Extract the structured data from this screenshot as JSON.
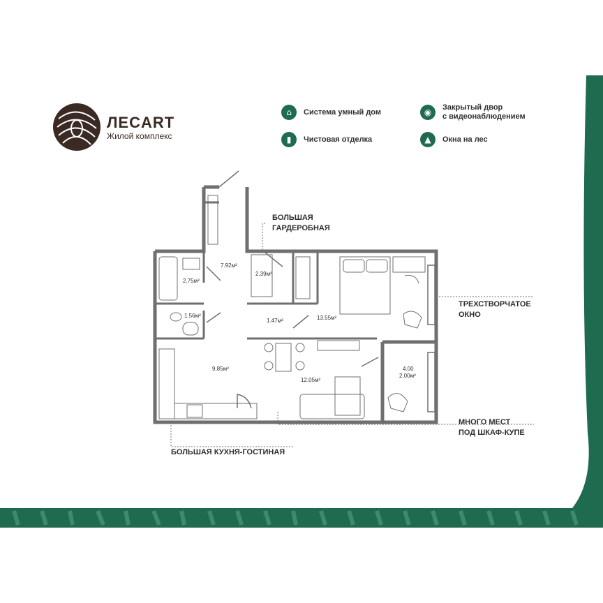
{
  "brand": {
    "title": "ЛЕСART",
    "subtitle": "Жилой комплекс"
  },
  "features": [
    {
      "icon": "smart-home-icon",
      "label": "Система умный дом"
    },
    {
      "icon": "paint-roller-icon",
      "label": "Чистовая отделка"
    },
    {
      "icon": "cctv-yard-icon",
      "label": "Закрытый двор\nс видеонаблюдением"
    },
    {
      "icon": "forest-window-icon",
      "label": "Окна на лес"
    }
  ],
  "callouts": {
    "wardrobe": "БОЛЬШАЯ\nГАРДЕРОБНАЯ",
    "window": "ТРЕХСТВОРЧАТОЕ\nОКНО",
    "closets": "МНОГО МЕСТ\nПОД ШКАФ-КУПЕ",
    "kitchen": "БОЛЬШАЯ КУХНЯ-ГОСТИНАЯ"
  },
  "areas": {
    "hall": "7.92м²",
    "bath": "2.75м²",
    "wardrobe": "2.39м²",
    "wc": "1.56м²",
    "corridor": "1.47м²",
    "bedroom": "13.55м²",
    "kitchen": "9.85м²",
    "living": "12.05м²",
    "balcony_total": "4.00",
    "balcony": "2.00м²"
  },
  "colors": {
    "accent": "#1f6b4f",
    "brand_text": "#3a2a23",
    "wall": "#6f6f6f"
  }
}
